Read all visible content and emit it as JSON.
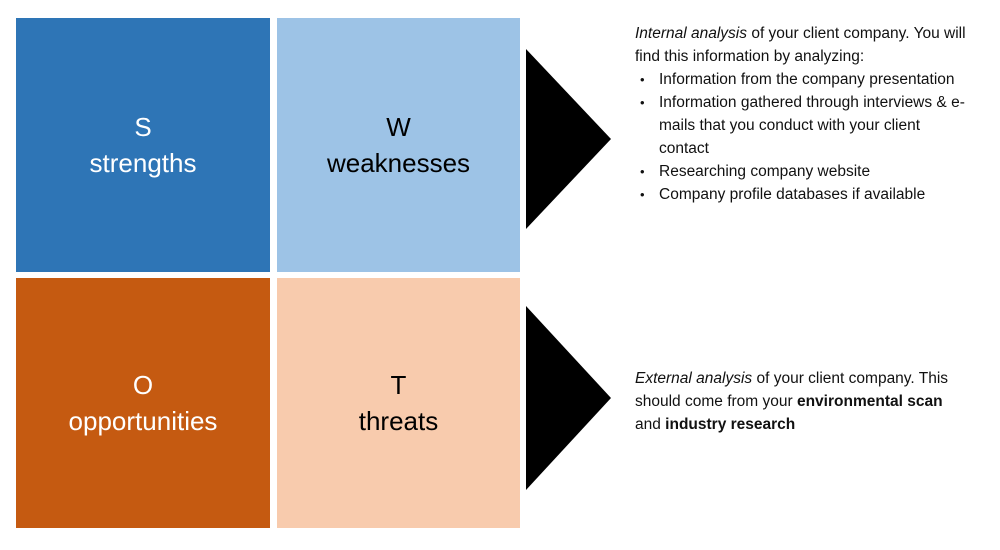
{
  "quadrants": [
    {
      "id": "strengths",
      "letter": "S",
      "label": "strengths",
      "bg": "#2E75B6",
      "text_color": "#FFFFFF"
    },
    {
      "id": "weaknesses",
      "letter": "W",
      "label": "weaknesses",
      "bg": "#9DC3E6",
      "text_color": "#000000"
    },
    {
      "id": "opportunities",
      "letter": "O",
      "label": "opportunities",
      "bg": "#C55A11",
      "text_color": "#FFFFFF"
    },
    {
      "id": "threats",
      "letter": "T",
      "label": "threats",
      "bg": "#F8CBAD",
      "text_color": "#000000"
    }
  ],
  "arrows": {
    "color": "#000000"
  },
  "internal_note": {
    "bullet_char": "•",
    "intro": [
      {
        "text": "Internal analysis",
        "style": "italic"
      },
      {
        "text": " of your client company. You will find this information by analyzing:",
        "style": "normal"
      }
    ],
    "bullets": [
      "Information from the company presentation",
      "Information gathered through interviews & e-mails that you conduct with your client contact",
      "Researching company website",
      "Company profile databases if available"
    ]
  },
  "external_note": {
    "intro": [
      {
        "text": "External analysis",
        "style": "italic"
      },
      {
        "text": " of your client company. This should come from your ",
        "style": "normal"
      },
      {
        "text": "environmental scan",
        "style": "bold"
      },
      {
        "text": " and ",
        "style": "normal"
      },
      {
        "text": "industry research",
        "style": "bold"
      }
    ]
  }
}
